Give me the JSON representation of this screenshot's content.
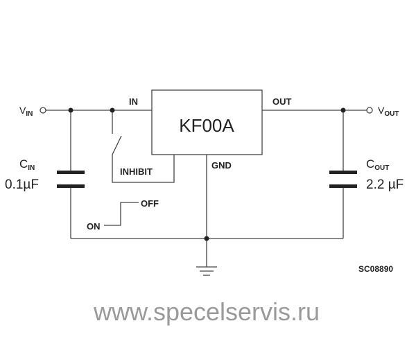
{
  "chip": {
    "name": "KF00A",
    "pins": {
      "in": "IN",
      "out": "OUT",
      "gnd": "GND",
      "inhibit": "INHIBIT"
    }
  },
  "vin": {
    "main": "V",
    "sub": "IN"
  },
  "vout": {
    "main": "V",
    "sub": "OUT"
  },
  "cin": {
    "main": "C",
    "sub": "IN",
    "value": "0.1µF"
  },
  "cout": {
    "main": "C",
    "sub": "OUT",
    "value": "2.2 µF"
  },
  "switch": {
    "off": "OFF",
    "on": "ON"
  },
  "code": "SC08890",
  "watermark": "www.specelservis.ru"
}
